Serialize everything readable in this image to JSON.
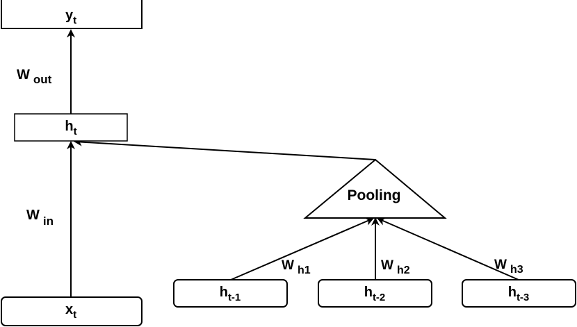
{
  "nodes": {
    "y": {
      "main": "y",
      "sub": "t"
    },
    "h": {
      "main": "h",
      "sub": "t"
    },
    "x": {
      "main": "x",
      "sub": "t"
    },
    "h1": {
      "main": "h",
      "sub": "t-1"
    },
    "h2": {
      "main": "h",
      "sub": "t-2"
    },
    "h3": {
      "main": "h",
      "sub": "t-3"
    },
    "pooling": "Pooling"
  },
  "edges": {
    "w_out": {
      "main": "W",
      "sub": "out"
    },
    "w_in": {
      "main": "W",
      "sub": "in"
    },
    "w_h1": {
      "main": "W",
      "sub": "h1"
    },
    "w_h2": {
      "main": "W",
      "sub": "h2"
    },
    "w_h3": {
      "main": "W",
      "sub": "h3"
    }
  }
}
